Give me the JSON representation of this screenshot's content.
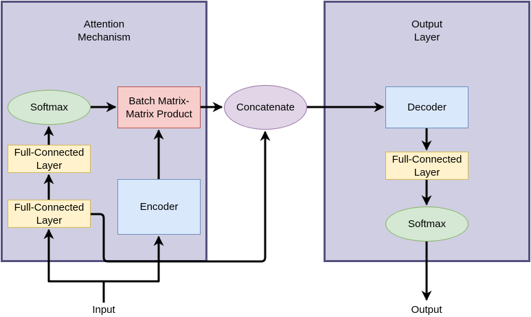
{
  "groups": {
    "attention": "Attention\nMechanism",
    "output": "Output\nLayer"
  },
  "nodes": {
    "softmax_left": "Softmax",
    "batch_matrix": "Batch Matrix-\nMatrix Product",
    "concatenate": "Concatenate",
    "decoder": "Decoder",
    "fc_upper_left": "Full-Connected\nLayer",
    "fc_lower_left": "Full-Connected\nLayer",
    "encoder": "Encoder",
    "fc_right": "Full-Connected\nLayer",
    "softmax_right": "Softmax"
  },
  "labels": {
    "input": "Input",
    "output": "Output"
  },
  "colors": {
    "group_fill": "#d0cee2",
    "group_border": "#56517e",
    "blue_fill": "#dae8fc",
    "red_fill": "#f8cecc",
    "yellow_fill": "#fff2cc",
    "green_fill": "#d5e8d4",
    "purple_fill": "#e1d5e7"
  }
}
